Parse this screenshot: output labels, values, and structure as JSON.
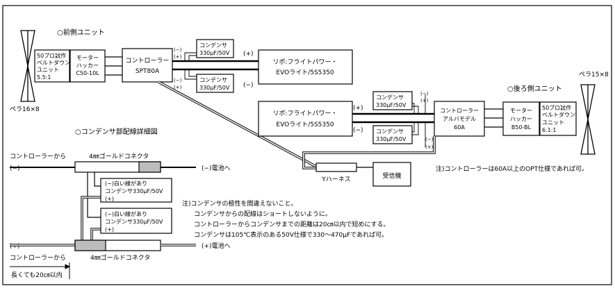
{
  "front_unit_title": "○前側ユニット",
  "rear_unit_title": "○後ろ側ユニット",
  "front_prop": "ペラ16×8",
  "rear_prop": "ペラ15×8",
  "front_gearbox": [
    "50プロ試作",
    "ベルトダウン",
    "ユニット",
    "5.5:1"
  ],
  "rear_gearbox": [
    "50プロ試作",
    "ベルトダウン",
    "ユニット",
    "6.1:1"
  ],
  "front_motor": [
    "モーター",
    "ハッカー",
    "C50-10L"
  ],
  "rear_motor": [
    "モーター",
    "ハッカー",
    "B50-BL"
  ],
  "front_controller": [
    "コントローラー",
    "SPT80A"
  ],
  "rear_controller": [
    "コントローラー",
    "アルバモデル",
    "60A"
  ],
  "capacitor": [
    "コンデンサ",
    "330μF/50V"
  ],
  "battery": [
    "リポ:フライトパワー・",
    "EVOライト/5S5350"
  ],
  "minus": "(−)",
  "plus": "(+)",
  "minus_small": "(−)",
  "plus_small": "(+)",
  "y_harness": "Yハーネス",
  "receiver": "受信機",
  "rear_note": "注)コントローラーは60A以上のOPT仕様であれば可。",
  "detail_title": "○コンデンサ部配線詳細図",
  "from_controller": "コントローラーから",
  "connector_label": "4㎜ゴールドコネクタ",
  "to_battery_minus": "(−)電池へ",
  "to_battery_plus": "(+)電池へ",
  "detail_minus": "(−)",
  "detail_plus": "(+)",
  "detail_cap": [
    "(−)白い線があり",
    "コンデンサ330μF/50V",
    "(+)"
  ],
  "length_note": "長くても20㎝以内",
  "notes": [
    "注)コンデンサの極性を間違えないこと。",
    "コンデンサからの配線はショートしないように。",
    "コントローラーからコンデンサまでの距離は20㎝以内で短めにする。",
    "コンデンサは105℃表示のある50V仕様で330〜470μFであれば可。"
  ]
}
